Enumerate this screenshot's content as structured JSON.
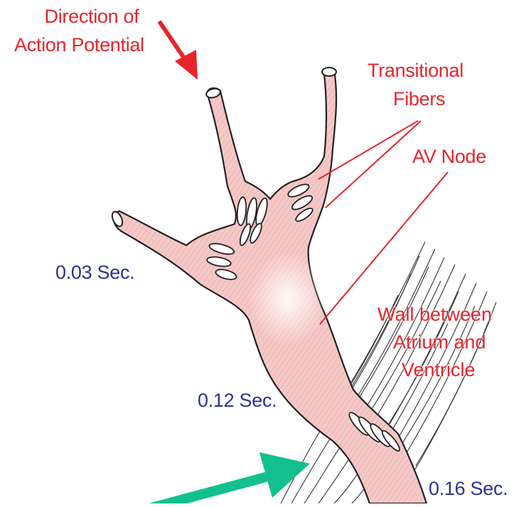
{
  "labels": {
    "direction_line1": "Direction of",
    "direction_line2": "Action Potential",
    "transitional_line1": "Transitional",
    "transitional_line2": "Fibers",
    "av_node": "AV Node",
    "wall_line1": "Wall between",
    "wall_line2": "Atrium and",
    "wall_line3": "Ventricle",
    "time_1": "0.03 Sec.",
    "time_2": "0.12 Sec.",
    "time_3": "0.16 Sec."
  },
  "colors": {
    "label_red": "#e8242b",
    "label_blue": "#2e3192",
    "tissue_fill": "#f5c6c4",
    "tissue_outline": "#222222",
    "pointer_arrow": "#12c08e",
    "direction_arrow": "#e8242b"
  }
}
